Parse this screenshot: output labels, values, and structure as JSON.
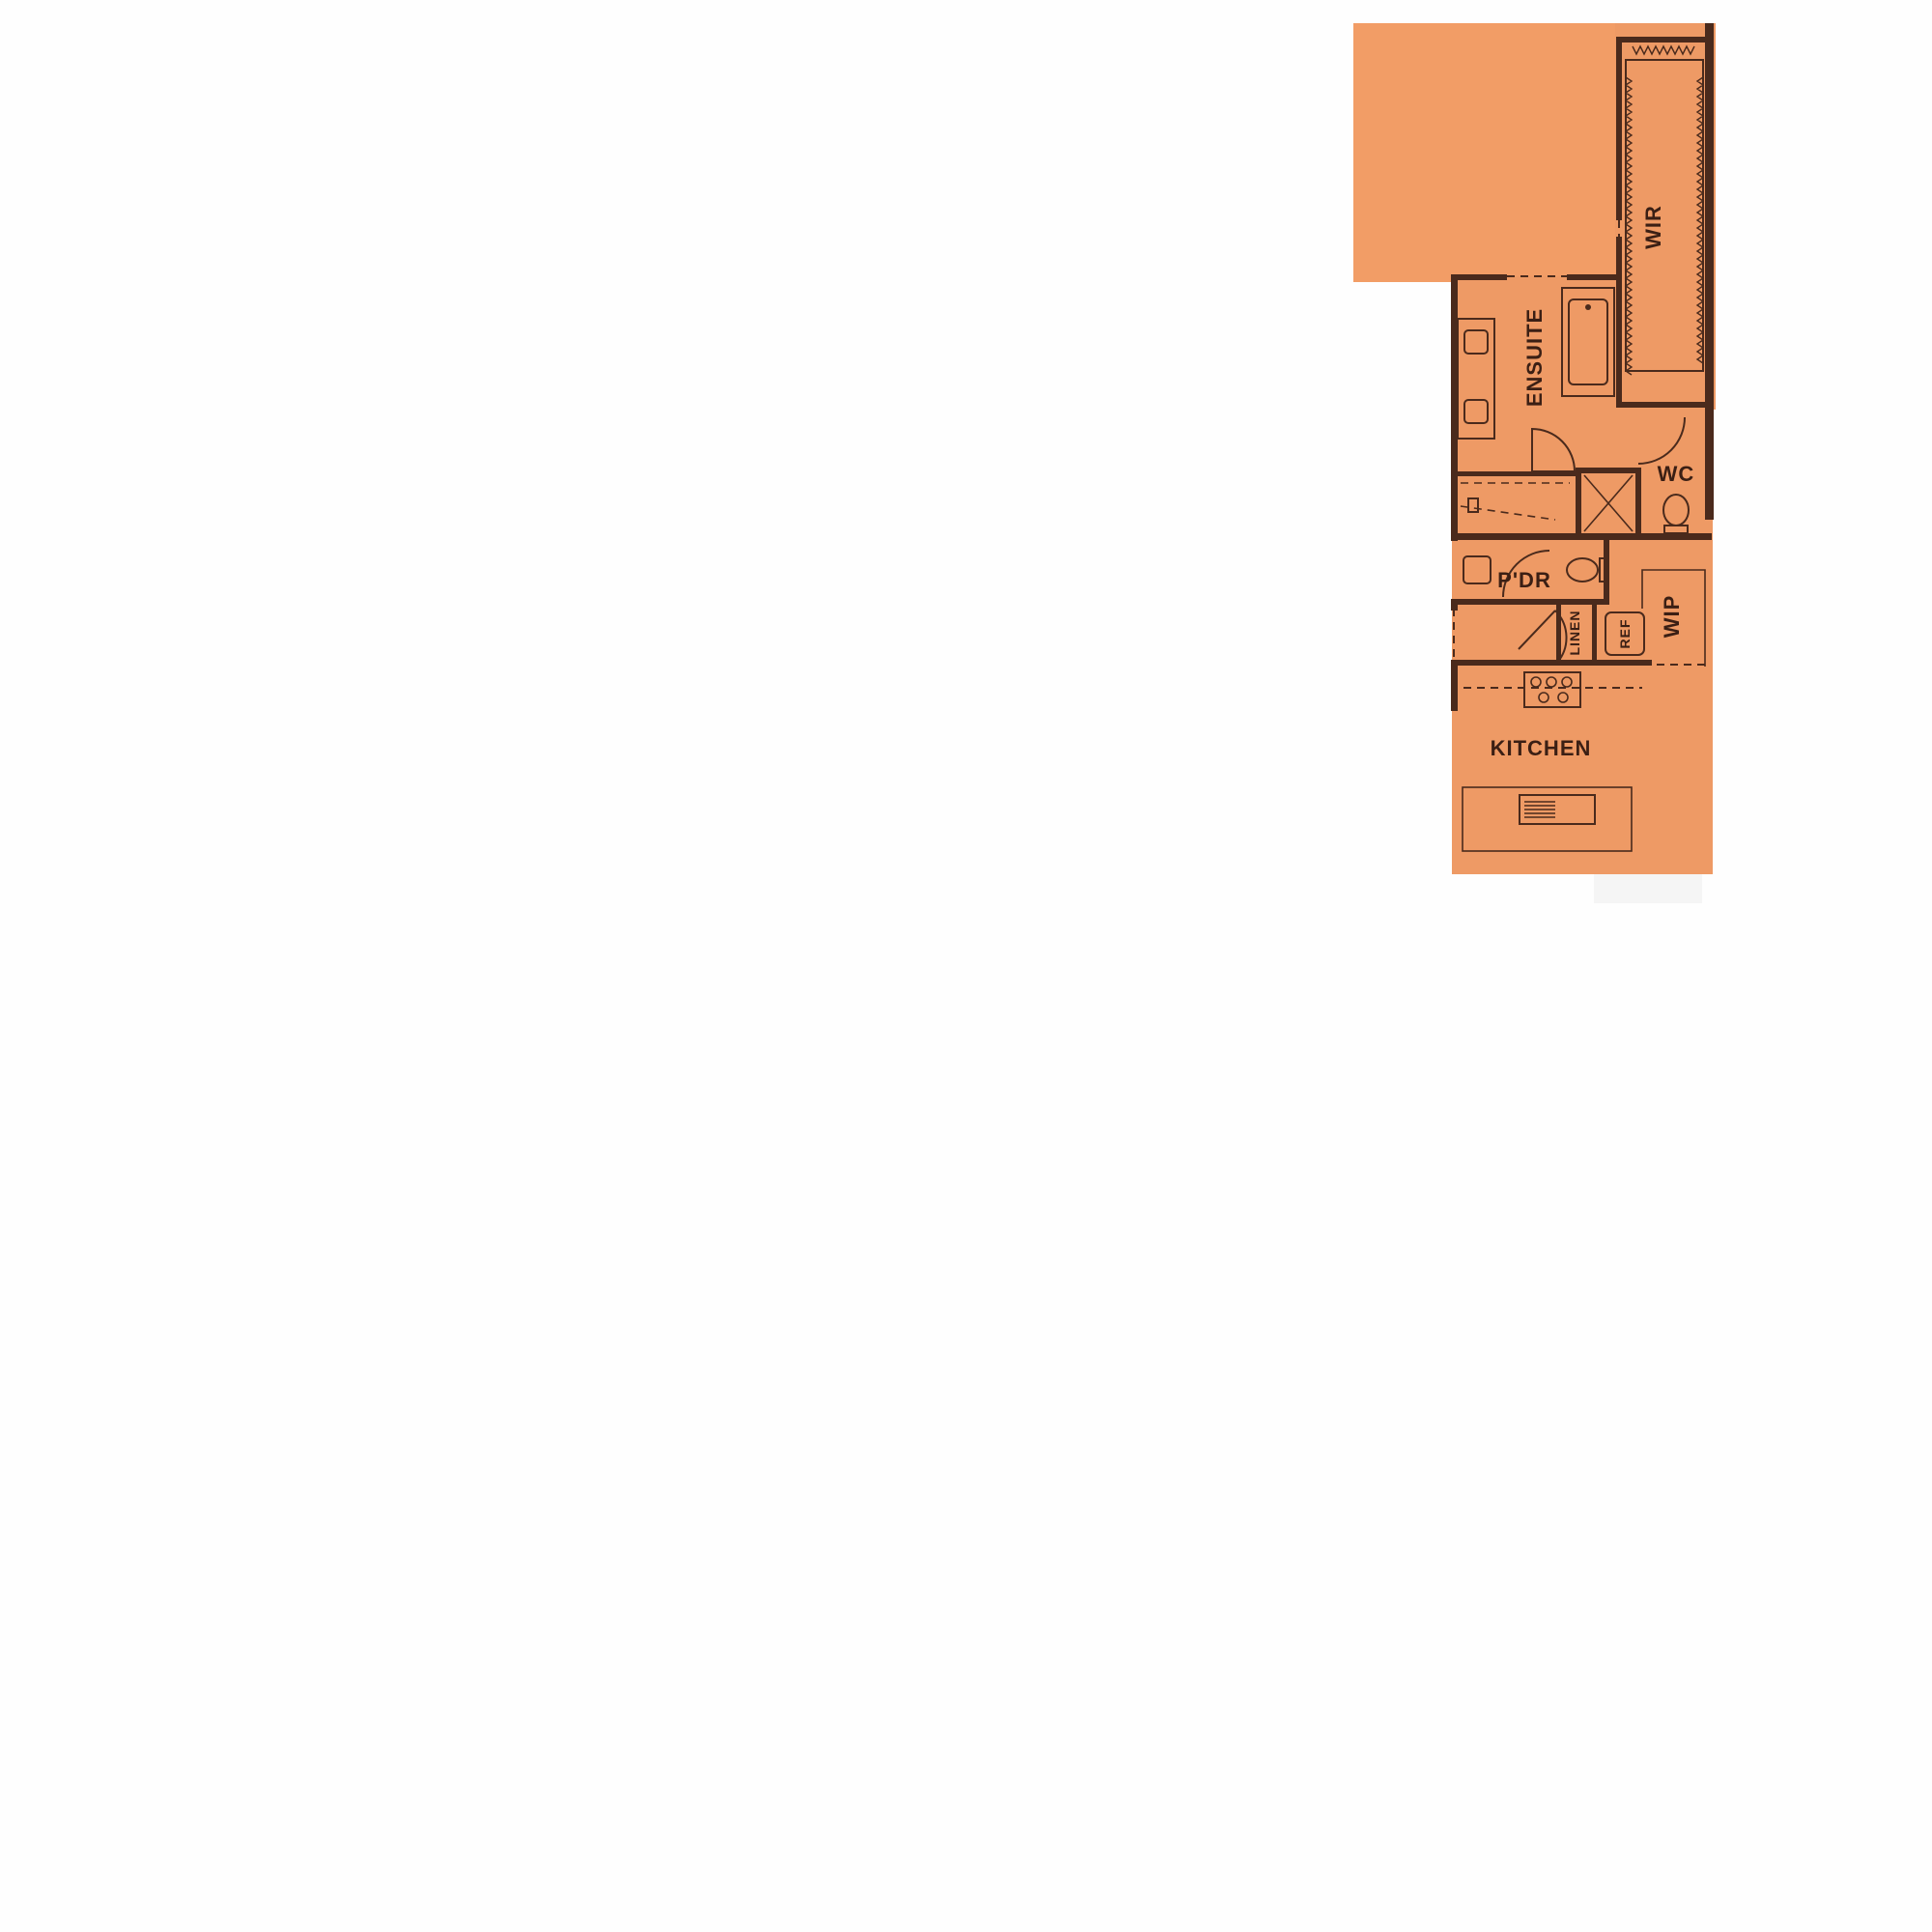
{
  "floorplan": {
    "rooms": {
      "wir": "WIR",
      "ensuite": "ENSUITE",
      "wc": "WC",
      "pdr": "P'DR",
      "linen": "LINEN",
      "ref": "REF",
      "wip": "WIP",
      "kitchen": "KITCHEN"
    },
    "colors": {
      "floor": "#f29d66",
      "floor_alt": "#ee9a65",
      "wall": "#4a2a1c",
      "label": "#3b1f14",
      "background": "#fefefe"
    }
  }
}
